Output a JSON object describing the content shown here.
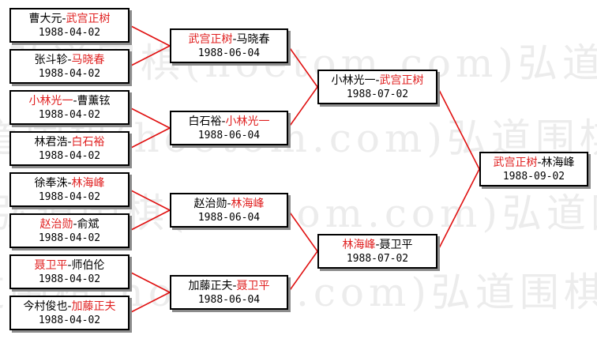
{
  "diagram": {
    "watermark": "弘道围棋(hoetom.com)弘道围棋(hoetom.com)",
    "round1": [
      {
        "a": "曹大元",
        "b": "武宫正树",
        "winner": "b",
        "date": "1988-04-02"
      },
      {
        "a": "张斗轸",
        "b": "马晓春",
        "winner": "b",
        "date": "1988-04-02"
      },
      {
        "a": "小林光一",
        "b": "曹薰铉",
        "winner": "a",
        "date": "1988-04-02"
      },
      {
        "a": "林君浩",
        "b": "白石裕",
        "winner": "b",
        "date": "1988-04-02"
      },
      {
        "a": "徐奉洙",
        "b": "林海峰",
        "winner": "b",
        "date": "1988-04-02"
      },
      {
        "a": "赵治勋",
        "b": "俞斌",
        "winner": "a",
        "date": "1988-04-02"
      },
      {
        "a": "聂卫平",
        "b": "师伯伦",
        "winner": "a",
        "date": "1988-04-02"
      },
      {
        "a": "今村俊也",
        "b": "加藤正夫",
        "winner": "b",
        "date": "1988-04-02"
      }
    ],
    "round2": [
      {
        "a": "武宫正树",
        "b": "马晓春",
        "winner": "a",
        "date": "1988-06-04"
      },
      {
        "a": "白石裕",
        "b": "小林光一",
        "winner": "b",
        "date": "1988-06-04"
      },
      {
        "a": "赵治勋",
        "b": "林海峰",
        "winner": "b",
        "date": "1988-06-04"
      },
      {
        "a": "加藤正夫",
        "b": "聂卫平",
        "winner": "b",
        "date": "1988-06-04"
      }
    ],
    "semifinals": [
      {
        "a": "小林光一",
        "b": "武宫正树",
        "winner": "b",
        "date": "1988-07-02"
      },
      {
        "a": "林海峰",
        "b": "聂卫平",
        "winner": "a",
        "date": "1988-07-02"
      }
    ],
    "final": {
      "a": "武宫正树",
      "b": "林海峰",
      "winner": "a",
      "date": "1988-09-02"
    },
    "colors": {
      "winner": "#e02020",
      "connector": "#e01010",
      "border": "#000000",
      "shadow": "#8c8c8c"
    }
  }
}
